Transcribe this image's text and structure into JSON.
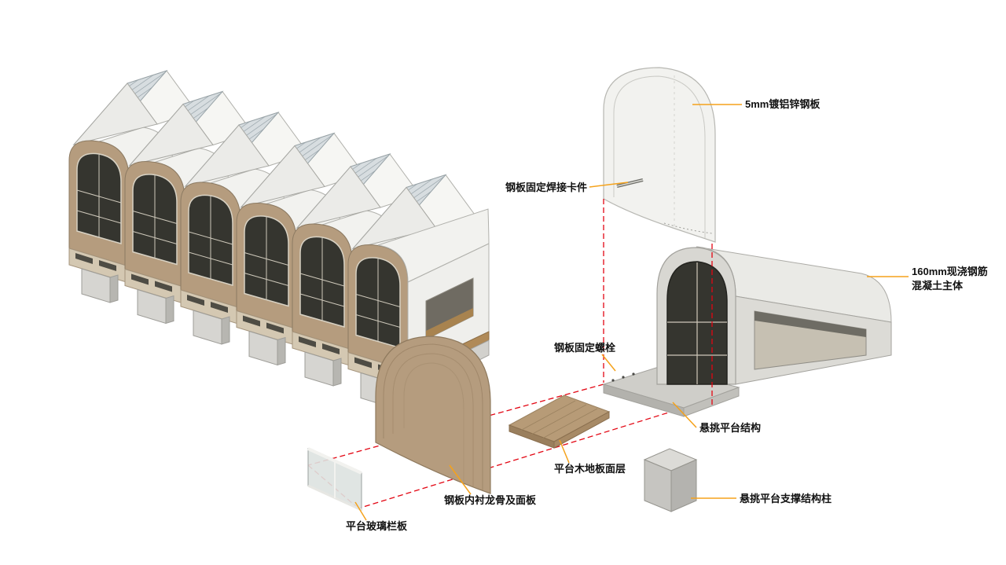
{
  "page": {
    "background": "#ffffff"
  },
  "diagram": {
    "kind": "architectural exploded axonometric construction detail",
    "labels": {
      "steel_plate": "5mm镀铝锌钢板",
      "welding_clip": "钢板固定焊接卡件",
      "concrete_body_line1": "160mm现浇钢筋",
      "concrete_body_line2": "混凝土主体",
      "fixing_bolt": "钢板固定螺栓",
      "platform_structure": "悬挑平台结构",
      "wood_floor": "平台木地板面层",
      "lining_panel": "钢板内衬龙骨及面板",
      "glass_railing": "平台玻璃栏板",
      "support_column": "悬挑平台支撑结构柱"
    }
  },
  "colors": {
    "accent": "#F5A21B",
    "guide-red": "#E30613",
    "wood": "#B59C7E",
    "wood-dark": "#8F7759",
    "concrete": "#D8D7D2",
    "panel-white": "#F2F2EF",
    "glazing": "#D7DDE0",
    "window-dark": "#35352F"
  }
}
